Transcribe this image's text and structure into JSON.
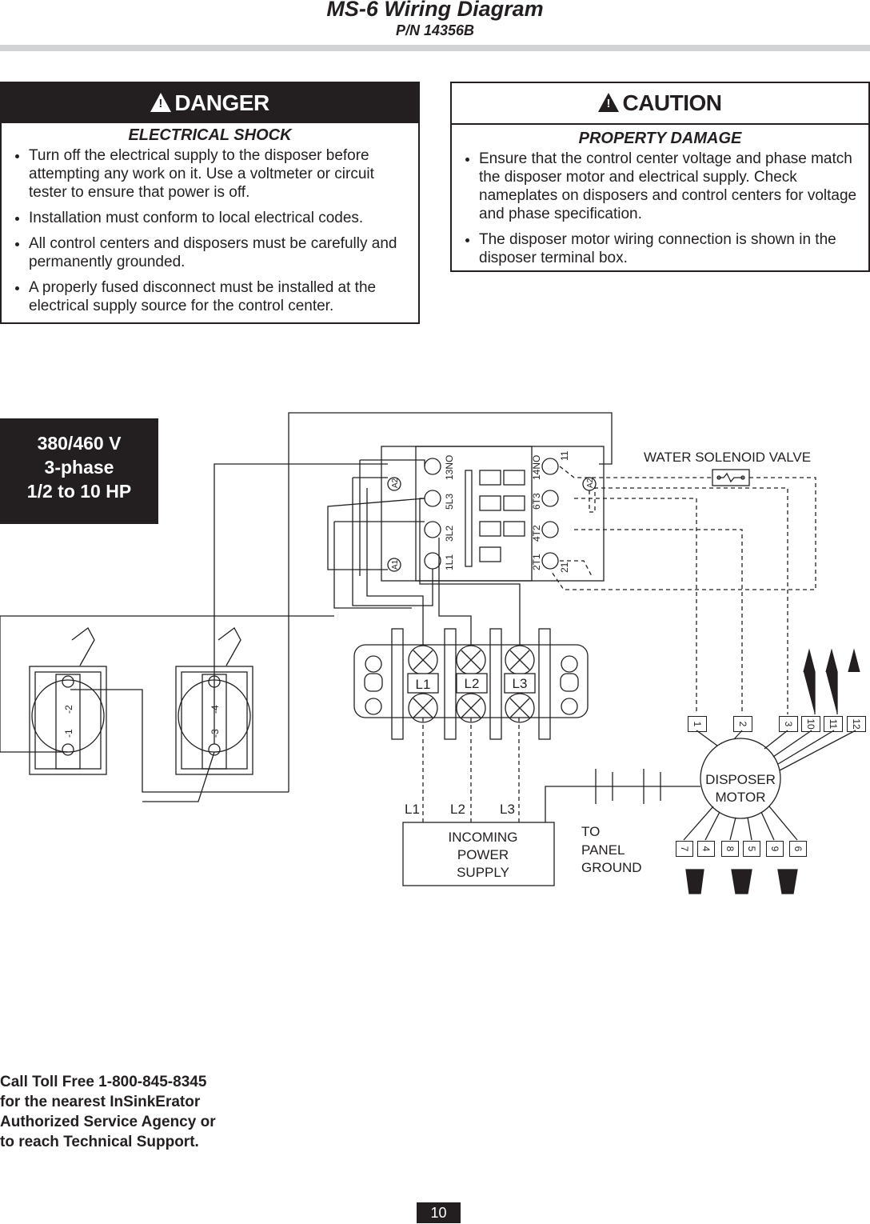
{
  "header": {
    "title": "MS-6 Wiring Diagram",
    "part_number": "P/N 14356B"
  },
  "danger": {
    "label": "DANGER",
    "subtitle": "ELECTRICAL SHOCK",
    "items": [
      "Turn off the electrical supply to the disposer before attempting any work on it. Use a voltmeter or circuit tester to ensure that power is off.",
      "Installation must conform to local electrical codes.",
      "All control centers and disposers must be carefully and permanently grounded.",
      "A properly fused disconnect must be installed at the electrical supply source for the control center."
    ]
  },
  "caution": {
    "label": "CAUTION",
    "subtitle": "PROPERTY DAMAGE",
    "items": [
      "Ensure that the control center voltage and phase match the disposer motor and electrical supply. Check nameplates on disposers and control centers for voltage and phase specification.",
      "The disposer motor wiring connection is shown in the disposer terminal box."
    ]
  },
  "spec": {
    "line1": "380/460 V",
    "line2": "3-phase",
    "line3": "1/2 to 10 HP"
  },
  "diagram": {
    "solenoid_label": "WATER SOLENOID VALVE",
    "contactor_left_terminals": [
      "13NO",
      "5L3",
      "3L2",
      "1L1"
    ],
    "contactor_right_terminals": [
      "14NO",
      "6T3",
      "4T2",
      "2T1"
    ],
    "coil_top": "A2",
    "coil_bottom": "A1",
    "aux_top": "11",
    "aux_bottom": "21",
    "aux_coil": "A2",
    "terminal_block": [
      "L1",
      "L2",
      "L3"
    ],
    "supply_lines": [
      "L1",
      "L2",
      "L3"
    ],
    "supply_label": [
      "INCOMING",
      "POWER",
      "SUPPLY"
    ],
    "ground_label": [
      "TO",
      "PANEL",
      "GROUND"
    ],
    "motor_label": [
      "DISPOSER",
      "MOTOR"
    ],
    "motor_top_leads": [
      "1",
      "2",
      "3",
      "10",
      "11",
      "12"
    ],
    "motor_bottom_leads": [
      "7",
      "4",
      "8",
      "5",
      "9",
      "6"
    ],
    "switch1_labels": [
      "-2",
      "-1"
    ],
    "switch2_labels": [
      "-4",
      "-3"
    ]
  },
  "footer": {
    "lines": [
      "Call Toll Free 1-800-845-8345",
      "for the nearest InSinkErator",
      "Authorized Service Agency or",
      "to reach Technical Support."
    ]
  },
  "page": {
    "number": "10"
  }
}
